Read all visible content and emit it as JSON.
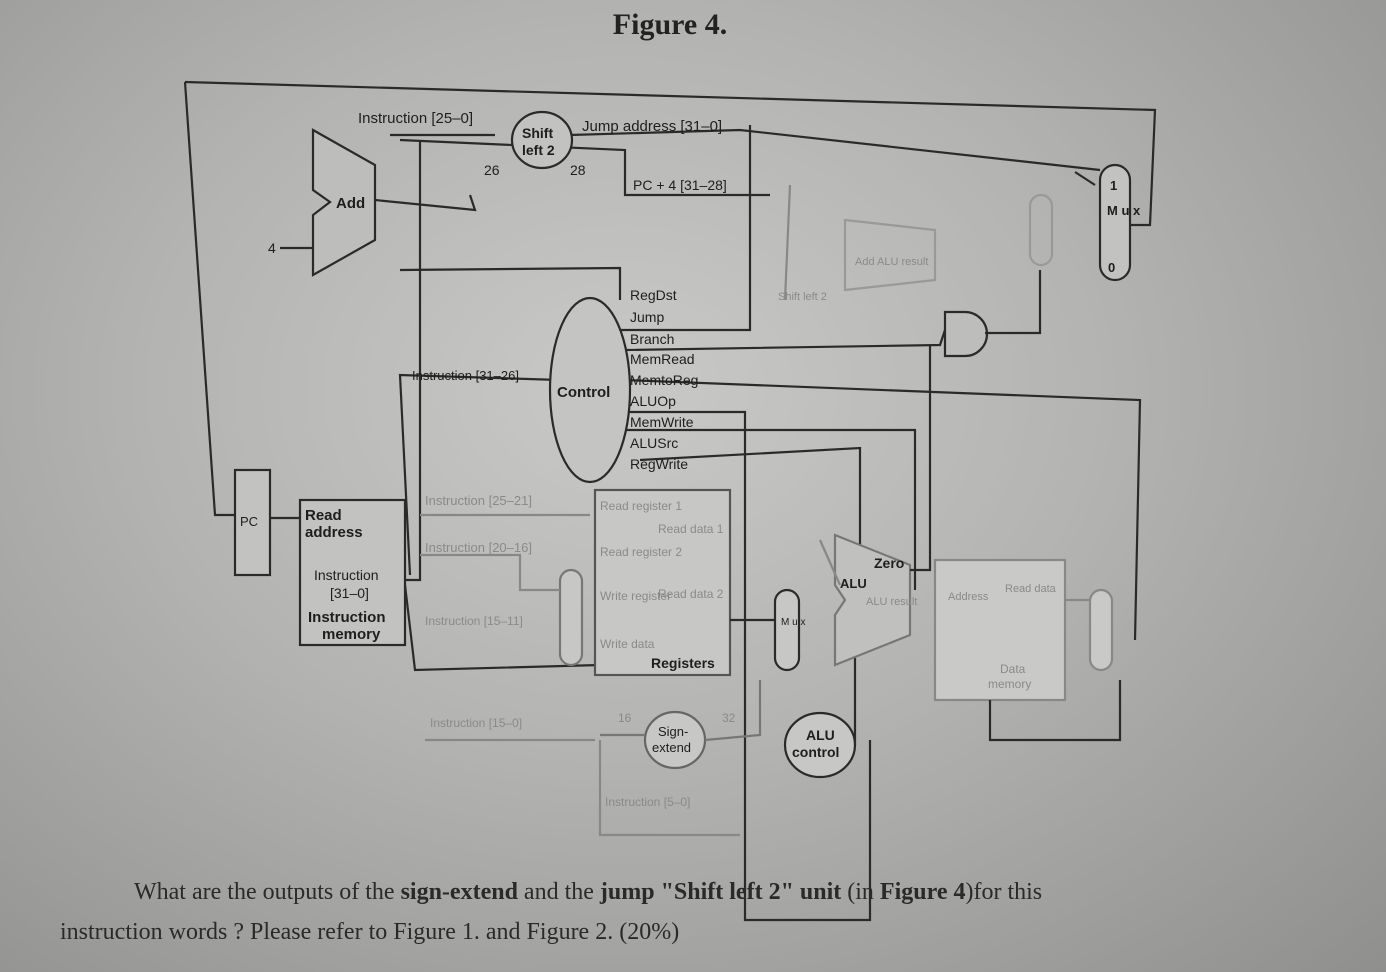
{
  "figure_title": "Figure 4.",
  "labels": {
    "instruction_25_0": "Instruction [25–0]",
    "shift_left_2_top": "Shift",
    "shift_left_2_bottom": "left 2",
    "jump_address": "Jump address [31–0]",
    "width_26": "26",
    "width_28": "28",
    "pc4_31_28": "PC + 4 [31–28]",
    "add": "Add",
    "four": "4",
    "instruction_31_26": "Instruction [31–26]",
    "control": "Control",
    "pc": "PC",
    "read_address_1": "Read",
    "read_address_2": "address",
    "instruction_1": "Instruction",
    "instruction_2": "[31–0]",
    "instr_mem_1": "Instruction",
    "instr_mem_2": "memory",
    "instruction_25_21": "Instruction [25–21]",
    "instruction_20_16": "Instruction [20–16]",
    "instruction_15_11": "Instruction [15–11]",
    "instruction_15_0": "Instruction [15–0]",
    "instruction_5_0": "Instruction [5–0]",
    "read_register_1": "Read register 1",
    "read_register_2": "Read register 2",
    "write_register": "Write register",
    "write_data": "Write data",
    "read_data_1": "Read data 1",
    "read_data_2": "Read data 2",
    "registers": "Registers",
    "sixteen": "16",
    "thirty_two": "32",
    "sign_extend_1": "Sign-",
    "sign_extend_2": "extend",
    "alu_control_1": "ALU",
    "alu_control_2": "control",
    "zero": "Zero",
    "alu": "ALU",
    "alu_result": "ALU result",
    "shift_left_2_mid": "Shift left 2",
    "add_alu_result": "Add ALU result",
    "address": "Address",
    "read_data": "Read data",
    "data_memory_1": "Data",
    "data_memory_2": "memory",
    "mux": "M u x",
    "mux_1": "1",
    "mux_0": "0"
  },
  "control_signals": [
    "RegDst",
    "Jump",
    "Branch",
    "MemRead",
    "MemtoReg",
    "ALUOp",
    "MemWrite",
    "ALUSrc",
    "RegWrite"
  ],
  "question": {
    "line1_pre": "What are the outputs of the ",
    "line1_b1": "sign-extend",
    "line1_mid": " and the ",
    "line1_b2": "jump \"Shift left 2\" unit",
    "line1_post": " (in ",
    "line1_b3": "Figure 4",
    "line1_end": ")for this",
    "line2": "instruction words ? Please refer to Figure 1. and Figure 2. (20%)"
  }
}
